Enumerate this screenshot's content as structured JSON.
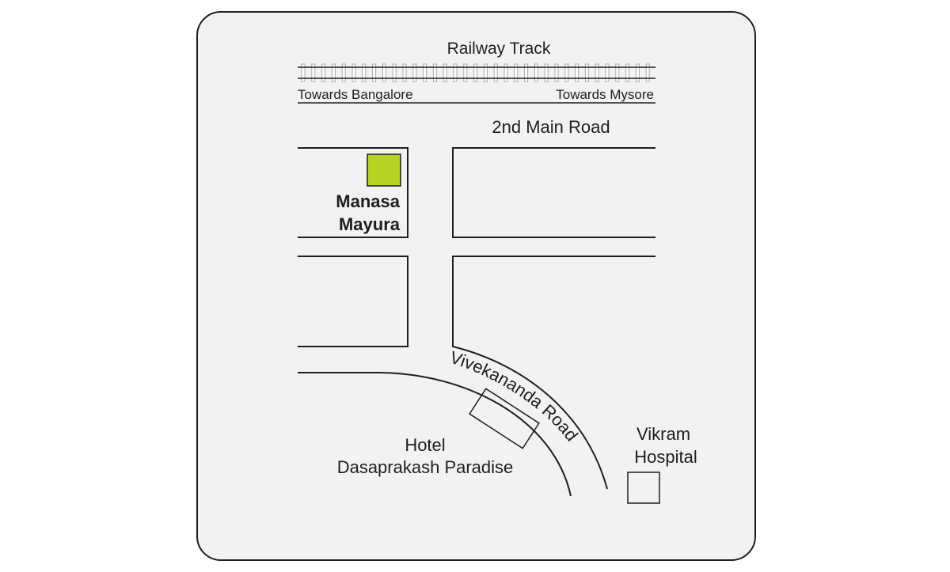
{
  "map": {
    "colors": {
      "background": "#ffffff",
      "card": "#f2f2f2",
      "ink": "#1e1e1e",
      "landmark": "#b5d320",
      "rail_tie": "#a8a8a8"
    },
    "railway": {
      "title": "Railway Track",
      "left_direction": "Towards Bangalore",
      "right_direction": "Towards Mysore"
    },
    "roads": {
      "top_road": "2nd Main Road",
      "curved_road": "Vivekananda Road"
    },
    "landmarks": {
      "primary": {
        "line1": "Manasa",
        "line2": "Mayura"
      },
      "hotel": {
        "line1": "Hotel",
        "line2": "Dasaprakash Paradise"
      },
      "hospital": {
        "line1": "Vikram",
        "line2": "Hospital"
      }
    }
  }
}
